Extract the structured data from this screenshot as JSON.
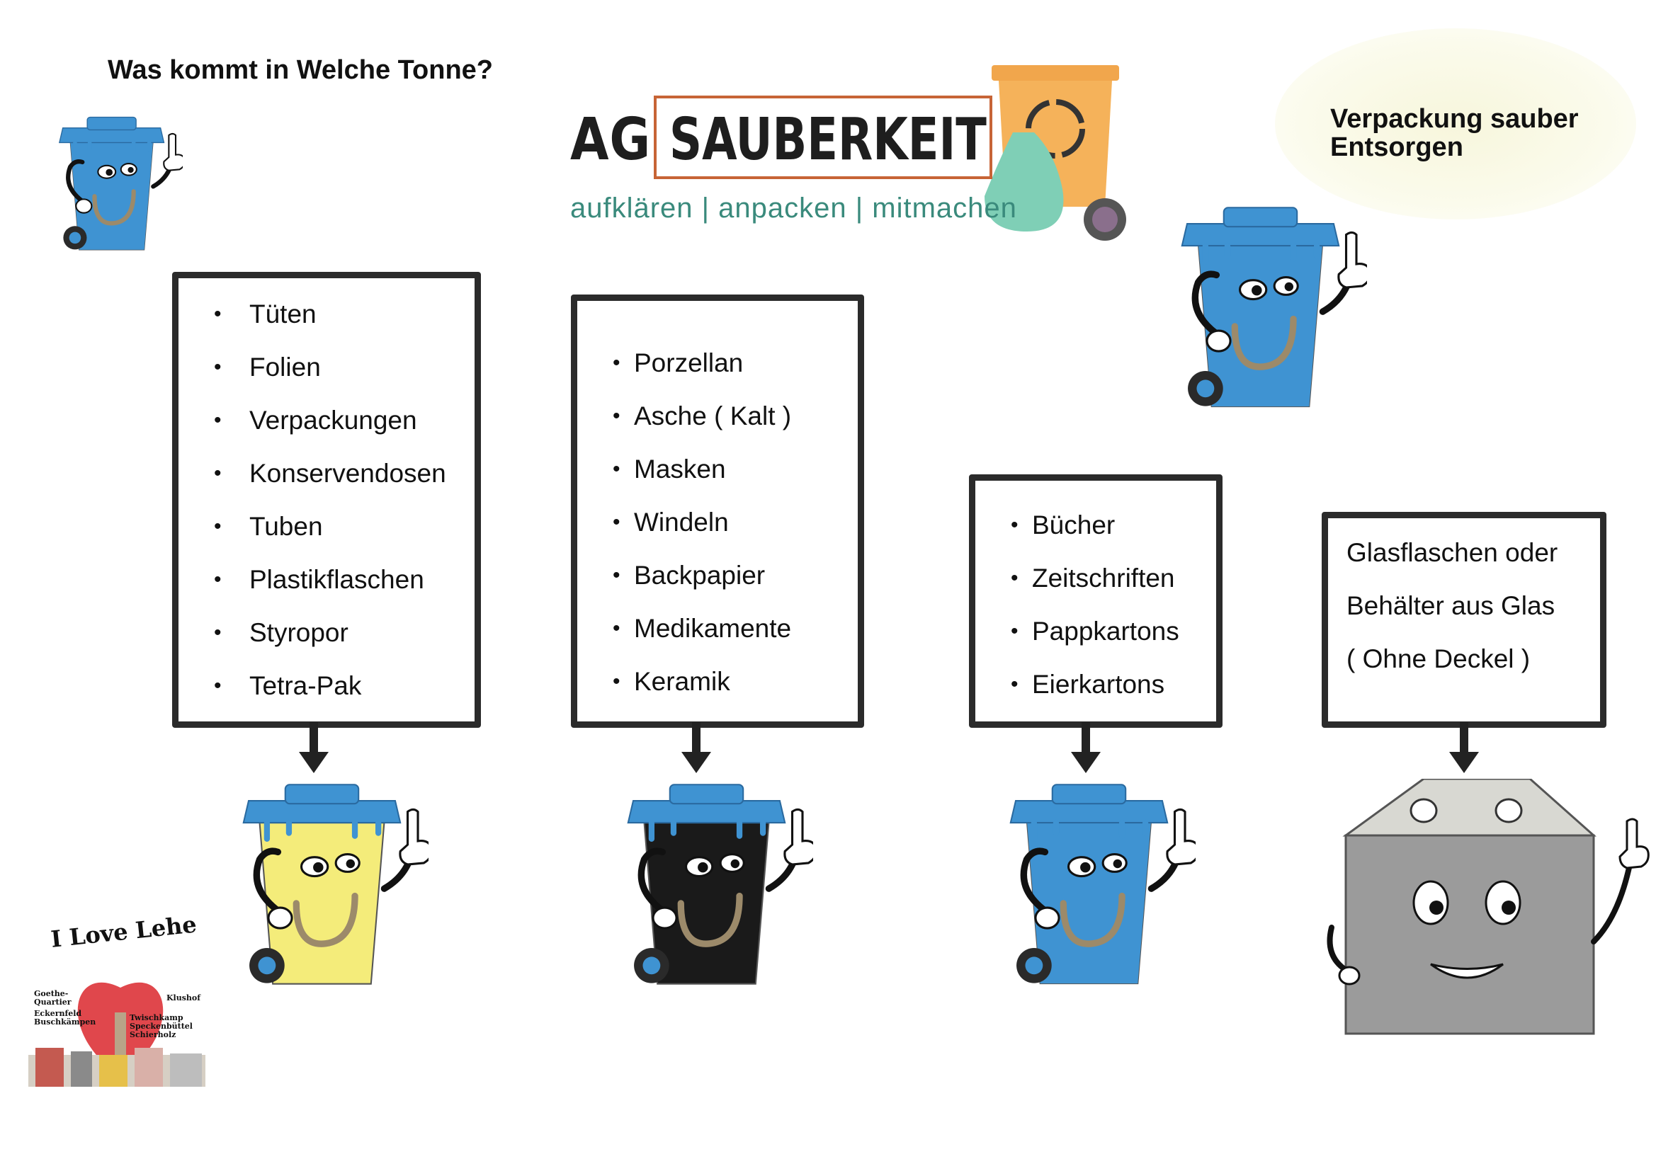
{
  "heading": "Was kommt in Welche Tonne?",
  "speech_bubble": [
    "Verpackung sauber",
    "Entsorgen"
  ],
  "logo": {
    "prefix": "AG",
    "name": "SAUBERKEIT",
    "tagline": "aufklären | anpacken | mitmachen",
    "accent_color": "#c76436",
    "tagline_color": "#3a8a7c"
  },
  "bins": [
    {
      "items": [
        "Tüten",
        "Folien",
        "Verpackungen",
        "Konservendosen",
        "Tuben",
        "Plastikflaschen",
        "Styropor",
        "Tetra-Pak"
      ],
      "bin_color": "#f4ec7a",
      "lid_color": "#3f93d2",
      "mascot": "yellow-bin"
    },
    {
      "items": [
        "Porzellan",
        "Asche ( Kalt )",
        "Masken",
        "Windeln",
        "Backpapier",
        "Medikamente",
        "Keramik"
      ],
      "bin_color": "#1a1a1a",
      "lid_color": "#3f93d2",
      "mascot": "black-bin"
    },
    {
      "items": [
        "Bücher",
        "Zeitschriften",
        "Pappkartons",
        "Eierkartons"
      ],
      "bin_color": "#3f93d2",
      "lid_color": "#3f93d2",
      "mascot": "blue-bin"
    },
    {
      "lines": [
        "Glasflaschen oder",
        "Behälter aus Glas",
        "( Ohne Deckel )"
      ],
      "bin_color": "#9b9b9b",
      "mascot": "glass-container"
    }
  ],
  "lehe_logo": {
    "title": "I Love Lehe",
    "districts_left": [
      "Goethe-",
      "Quartier",
      "Eckernfeld",
      "Buschkämpen"
    ],
    "districts_right": [
      "Klushof",
      "Twischkamp",
      "Speckenbüttel",
      "Schierholz"
    ],
    "heart_color": "#e0474c"
  }
}
